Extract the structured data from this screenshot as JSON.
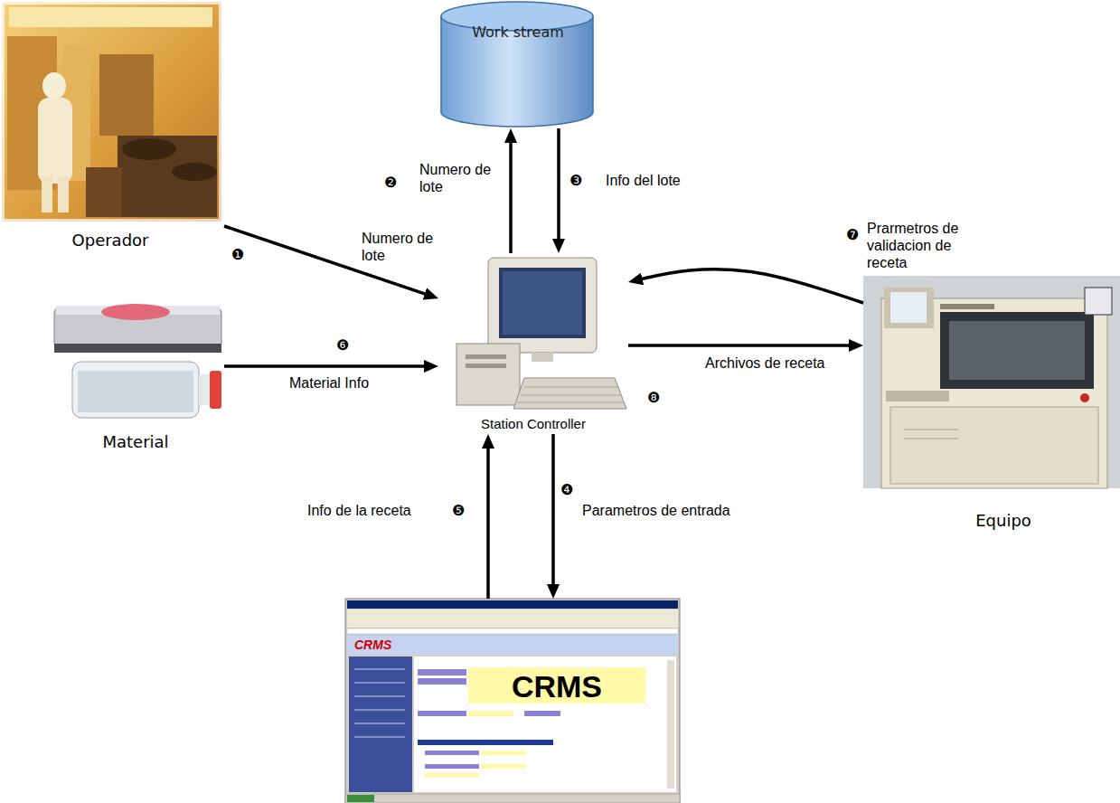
{
  "diagram": {
    "nodes": [
      {
        "text": [
          "Operador"
        ]
      },
      {
        "text": [
          "Work stream"
        ]
      },
      {
        "text": [
          "Station Controller"
        ]
      },
      {
        "text": [
          "Material"
        ]
      },
      {
        "text": [
          "Equipo"
        ]
      },
      {
        "text": [
          "CRMS",
          "CRMS"
        ]
      }
    ],
    "edges": [
      {
        "from": 0,
        "to": 2,
        "label": "Numero de lote",
        "arrow": "to"
      },
      {
        "from": 2,
        "to": 1,
        "label": "Numero de lote",
        "arrow": "to"
      },
      {
        "from": 1,
        "to": 2,
        "label": "Info del lote",
        "arrow": "to"
      },
      {
        "from": 3,
        "to": 2,
        "label": "Material Info",
        "arrow": "to"
      },
      {
        "from": 2,
        "to": 4,
        "label": "Archivos de receta",
        "arrow": "to"
      },
      {
        "from": 4,
        "to": 2,
        "label": "Prarmetros de validacion de receta",
        "arrow": "to"
      },
      {
        "from": 2,
        "to": 5,
        "label": "Parametros de entrada",
        "arrow": "to"
      },
      {
        "from": 5,
        "to": 2,
        "label": "Info de la receta",
        "arrow": "to"
      }
    ],
    "labels": [
      "❷",
      "❸",
      "❶",
      "❼",
      "❻",
      "❽",
      "❺",
      "❹"
    ]
  }
}
